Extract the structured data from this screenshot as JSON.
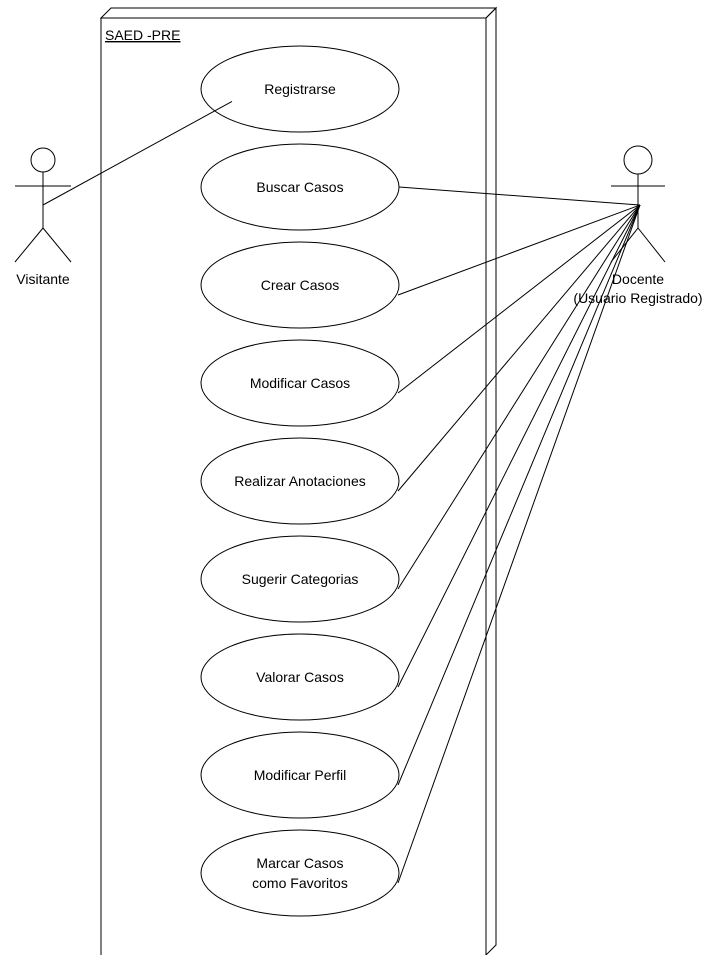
{
  "system": {
    "title": "SAED -PRE"
  },
  "actors": {
    "visitor": {
      "label": "Visitante"
    },
    "teacher": {
      "label_line1": "Docente",
      "label_line2": "(Usuario Registrado)"
    }
  },
  "use_cases": [
    {
      "lines": [
        "Registrarse"
      ]
    },
    {
      "lines": [
        "Buscar Casos"
      ]
    },
    {
      "lines": [
        "Crear Casos"
      ]
    },
    {
      "lines": [
        "Modificar Casos"
      ]
    },
    {
      "lines": [
        "Realizar Anotaciones"
      ]
    },
    {
      "lines": [
        "Sugerir Categorias"
      ]
    },
    {
      "lines": [
        "Valorar Casos"
      ]
    },
    {
      "lines": [
        "Modificar Perfil"
      ]
    },
    {
      "lines": [
        "Marcar Casos",
        "como Favoritos"
      ]
    }
  ],
  "associations": {
    "visitor": [
      0
    ],
    "teacher": [
      1,
      2,
      3,
      4,
      5,
      6,
      7,
      8
    ]
  }
}
